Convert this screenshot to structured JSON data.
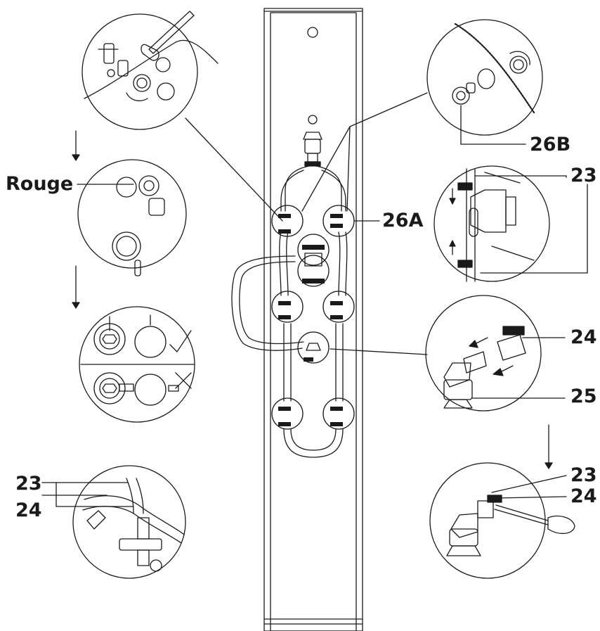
{
  "labels": {
    "rouge": "Rouge",
    "l26b": "26B",
    "l26a": "26A",
    "l23_right": "23",
    "l24_right": "24",
    "l25": "25",
    "l23_br": "23",
    "l24_br": "24",
    "l23_left": "23",
    "l24_left": "24"
  },
  "colors": {
    "ink": "#1a1a1a",
    "background": "#ffffff"
  }
}
